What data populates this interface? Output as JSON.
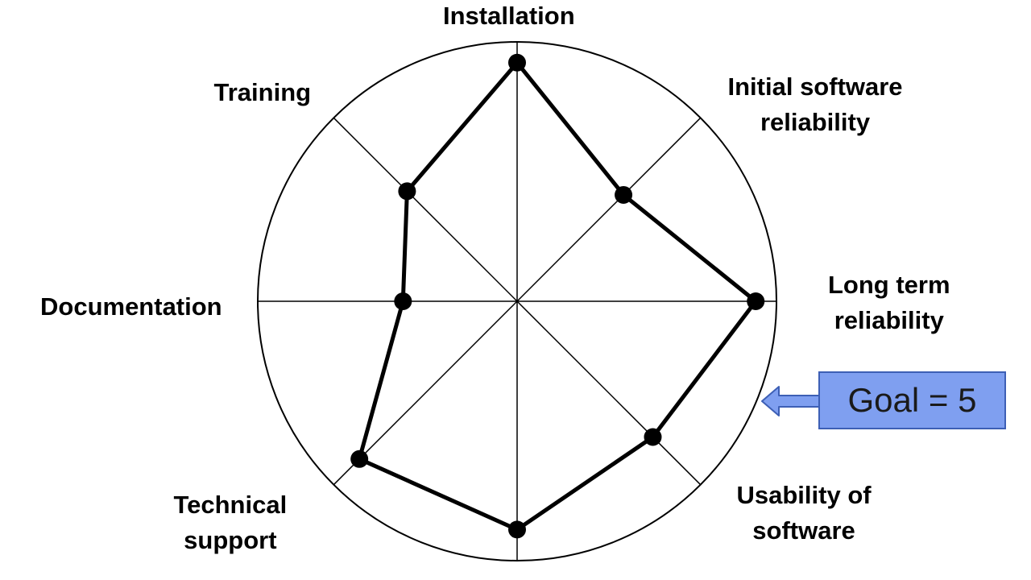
{
  "chart_data": {
    "type": "radar",
    "title": "",
    "axes": [
      {
        "label_lines": [
          "Installation"
        ],
        "value": 4.6
      },
      {
        "label_lines": [
          "Initial software",
          "reliability"
        ],
        "value": 2.9
      },
      {
        "label_lines": [
          "Long term",
          "reliability"
        ],
        "value": 4.6
      },
      {
        "label_lines": [
          "Usability of",
          "software"
        ],
        "value": 3.7
      },
      {
        "label_lines": [
          ""
        ],
        "value": 4.4
      },
      {
        "label_lines": [
          "Technical",
          "support"
        ],
        "value": 4.3
      },
      {
        "label_lines": [
          "Documentation"
        ],
        "value": 2.2
      },
      {
        "label_lines": [
          "Training"
        ],
        "value": 3.0
      }
    ],
    "range": [
      0,
      5
    ],
    "annotation": {
      "text": "Goal = 5",
      "target_value": 5
    },
    "colors": {
      "series": "#000000",
      "grid": "#000000",
      "callout_fill": "#7f9ff0",
      "callout_border": "#3d5fb5"
    }
  }
}
